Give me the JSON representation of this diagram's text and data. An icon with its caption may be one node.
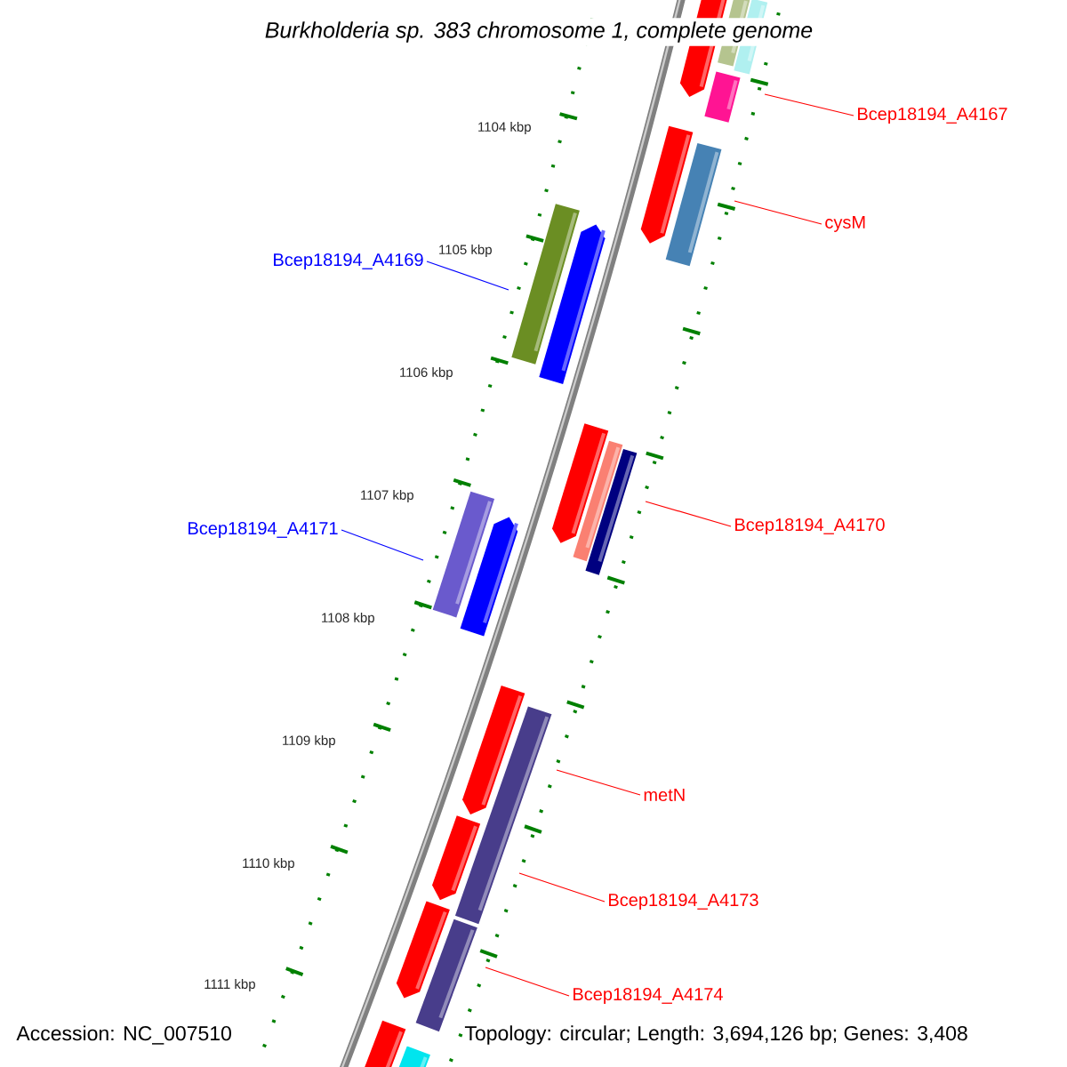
{
  "diagram": {
    "title": "Burkholderia sp. 383 chromosome 1, complete genome",
    "nodes": [
      {
        "text": [
          "Bcep18194_A4167"
        ]
      },
      {
        "text": [
          "cysM"
        ]
      },
      {
        "text": [
          "Bcep18194_A4169"
        ]
      },
      {
        "text": [
          "Bcep18194_A4170"
        ]
      },
      {
        "text": [
          "Bcep18194_A4171"
        ]
      },
      {
        "text": [
          "metN"
        ]
      },
      {
        "text": [
          "Bcep18194_A4173"
        ]
      },
      {
        "text": [
          "Bcep18194_A4174"
        ]
      }
    ],
    "edges": [
      {
        "from": 0,
        "to": null,
        "arrow": "none"
      },
      {
        "from": 1,
        "to": null,
        "arrow": "none"
      },
      {
        "from": 2,
        "to": null,
        "arrow": "none",
        "color": "#0000ff"
      },
      {
        "from": 3,
        "to": null,
        "arrow": "none"
      },
      {
        "from": 4,
        "to": null,
        "arrow": "none",
        "color": "#0000ff"
      },
      {
        "from": 5,
        "to": null,
        "arrow": "none"
      },
      {
        "from": 6,
        "to": null,
        "arrow": "none"
      },
      {
        "from": 7,
        "to": null,
        "arrow": "none"
      }
    ],
    "labels": [
      "1104 kbp",
      "1105 kbp",
      "1106 kbp",
      "1107 kbp",
      "1108 kbp",
      "1109 kbp",
      "1110 kbp",
      "1111 kbp",
      "Accession: NC_007510",
      "Topology: circular; Length: 3,694,126 bp; Genes: 3,408"
    ]
  }
}
